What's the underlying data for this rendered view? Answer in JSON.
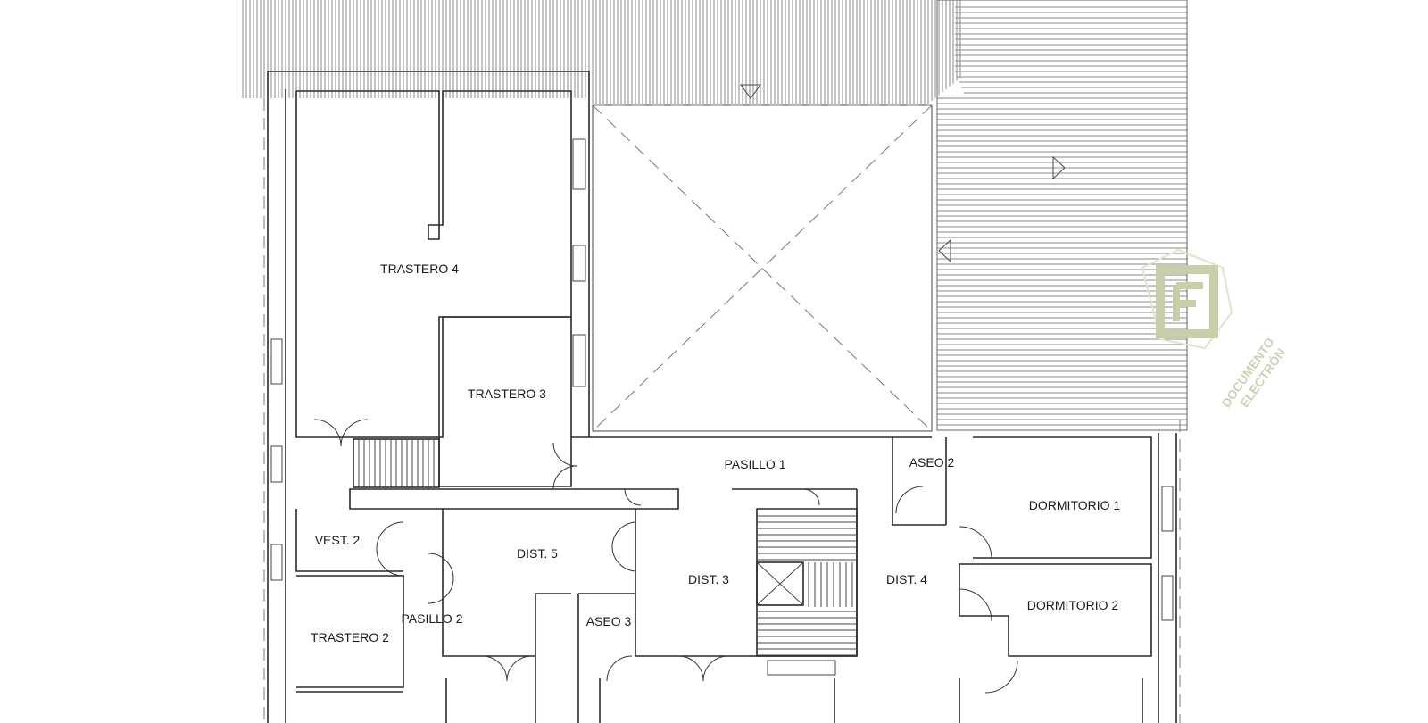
{
  "rooms": {
    "trastero4": "TRASTERO 4",
    "trastero3": "TRASTERO 3",
    "pasillo1": "PASILLO 1",
    "aseo2": "ASEO 2",
    "dormitorio1": "DORMITORIO 1",
    "vest2": "VEST. 2",
    "dist5": "DIST. 5",
    "dist3": "DIST. 3",
    "dist4": "DIST. 4",
    "dormitorio2": "DORMITORIO 2",
    "pasillo2": "PASILLO 2",
    "aseo3": "ASEO 3",
    "trastero2": "TRASTERO 2"
  },
  "watermark": {
    "line1": "DOCUMENTO",
    "line2": "ELECTRÓN",
    "color": "#c7cfa8"
  },
  "colors": {
    "wall": "#2a2a2a",
    "hatch": "#8a8a8a",
    "background": "#ffffff"
  }
}
